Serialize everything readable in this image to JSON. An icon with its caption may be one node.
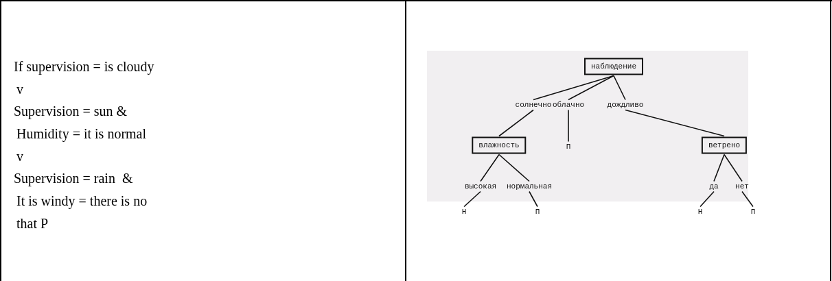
{
  "diagram": {
    "nodes": [
      {
        "text": [
          "наблюдение"
        ]
      },
      {
        "text": [
          "солнечно"
        ]
      },
      {
        "text": [
          "облачно"
        ]
      },
      {
        "text": [
          "дождливо"
        ]
      },
      {
        "text": [
          "влажность"
        ]
      },
      {
        "text": [
          "П"
        ]
      },
      {
        "text": [
          "ветрено"
        ]
      },
      {
        "text": [
          "высокая"
        ]
      },
      {
        "text": [
          "нормальная"
        ]
      },
      {
        "text": [
          "да"
        ]
      },
      {
        "text": [
          "нет"
        ]
      },
      {
        "text": [
          "Н"
        ]
      },
      {
        "text": [
          "П"
        ]
      },
      {
        "text": [
          "Н"
        ]
      },
      {
        "text": [
          "П"
        ]
      }
    ],
    "edges": [
      {
        "from": 0,
        "to": 1,
        "arrow": "none"
      },
      {
        "from": 0,
        "to": 2,
        "arrow": "none"
      },
      {
        "from": 0,
        "to": 3,
        "arrow": "none"
      },
      {
        "from": 1,
        "to": 4,
        "arrow": "none"
      },
      {
        "from": 2,
        "to": 5,
        "arrow": "none"
      },
      {
        "from": 3,
        "to": 6,
        "arrow": "none"
      },
      {
        "from": 4,
        "to": 7,
        "arrow": "none"
      },
      {
        "from": 4,
        "to": 8,
        "arrow": "none"
      },
      {
        "from": 6,
        "to": 9,
        "arrow": "none"
      },
      {
        "from": 6,
        "to": 10,
        "arrow": "none"
      },
      {
        "from": 7,
        "to": 11,
        "arrow": "none"
      },
      {
        "from": 8,
        "to": 12,
        "arrow": "none"
      },
      {
        "from": 9,
        "to": 13,
        "arrow": "none"
      },
      {
        "from": 10,
        "to": 14,
        "arrow": "none"
      }
    ],
    "labels": [
      "If supervision = is cloudy",
      "v",
      "Supervision = sun &",
      "Humidity = it is normal",
      "v",
      "Supervision = rain  &",
      "It is windy = there is no",
      "that P"
    ]
  }
}
